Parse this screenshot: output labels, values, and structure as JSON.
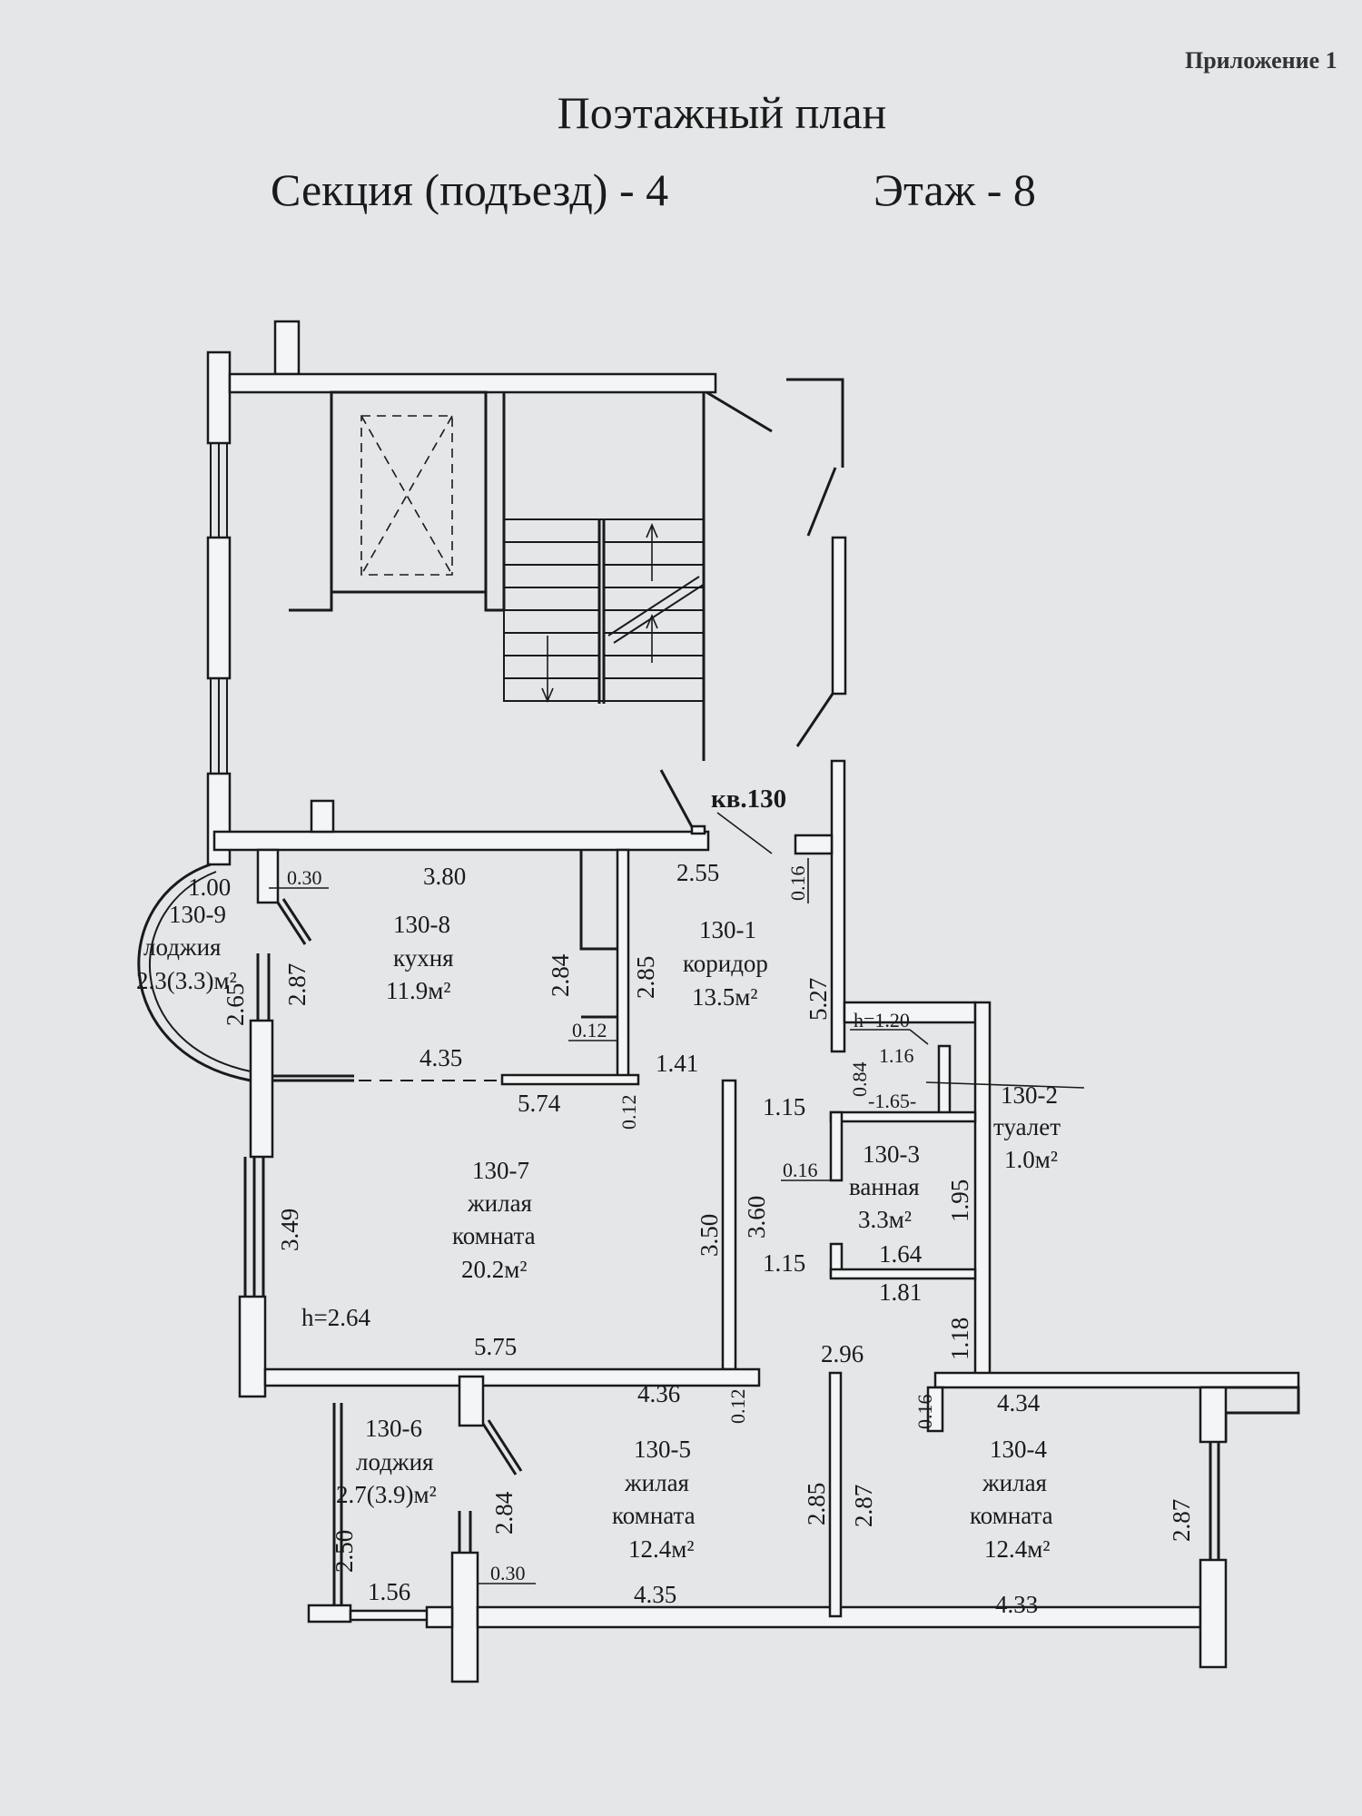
{
  "header": {
    "appendix": "Приложение 1",
    "title": "Поэтажный план",
    "section": "Секция (подъезд) - 4",
    "floor": "Этаж - 8"
  },
  "apartment_label": "кв.130",
  "rooms": [
    {
      "id": "130-1",
      "name": "коридор",
      "area": "13.5м²"
    },
    {
      "id": "130-2",
      "name": "туалет",
      "area": "1.0м²"
    },
    {
      "id": "130-3",
      "name": "ванная",
      "area": "3.3м²"
    },
    {
      "id": "130-4",
      "name_1": "жилая",
      "name_2": "комната",
      "area": "12.4м²"
    },
    {
      "id": "130-5",
      "name_1": "жилая",
      "name_2": "комната",
      "area": "12.4м²"
    },
    {
      "id": "130-6",
      "name": "лоджия",
      "area": "2.7(3.9)м²"
    },
    {
      "id": "130-7",
      "name_1": "жилая",
      "name_2": "комната",
      "area": "20.2м²"
    },
    {
      "id": "130-8",
      "name": "кухня",
      "area": "11.9м²"
    },
    {
      "id": "130-9",
      "name": "лоджия",
      "area": "2.3(3.3)м²"
    }
  ],
  "heights": {
    "main": "h=2.64",
    "toilet": "h=1.20"
  },
  "dimensions": {
    "d_1_00": "1.00",
    "d_0_30_top": "0.30",
    "d_3_80": "3.80",
    "d_2_55": "2.55",
    "d_0_16_entry": "0.16",
    "d_2_87_kitchen": "2.87",
    "d_2_65": "2.65",
    "d_2_84_kitchen": "2.84",
    "d_2_85_corr": "2.85",
    "d_0_12_a": "0.12",
    "d_5_27": "5.27",
    "d_1_16": "1.16",
    "d_0_84": "0.84",
    "d_1_65": "-1.65-",
    "d_4_35_top": "4.35",
    "d_1_41": "1.41",
    "d_5_74": "5.74",
    "d_0_12_b": "0.12",
    "d_1_15_a": "1.15",
    "d_0_16_bath": "0.16",
    "d_1_95": "1.95",
    "d_3_49": "3.49",
    "d_3_50": "3.50",
    "d_3_60": "3.60",
    "d_1_15_b": "1.15",
    "d_1_64": "1.64",
    "d_1_81": "1.81",
    "d_1_18": "1.18",
    "d_5_75": "5.75",
    "d_2_96": "2.96",
    "d_4_36": "4.36",
    "d_0_12_c": "0.12",
    "d_0_16_room4": "0.16",
    "d_4_34": "4.34",
    "d_2_84_loggia": "2.84",
    "d_2_50": "2.50",
    "d_2_85_room5": "2.85",
    "d_2_87_room5": "2.87",
    "d_2_87_room4": "2.87",
    "d_0_30_bottom": "0.30",
    "d_1_56": "1.56",
    "d_4_35_bottom": "4.35",
    "d_4_33": "4.33"
  }
}
